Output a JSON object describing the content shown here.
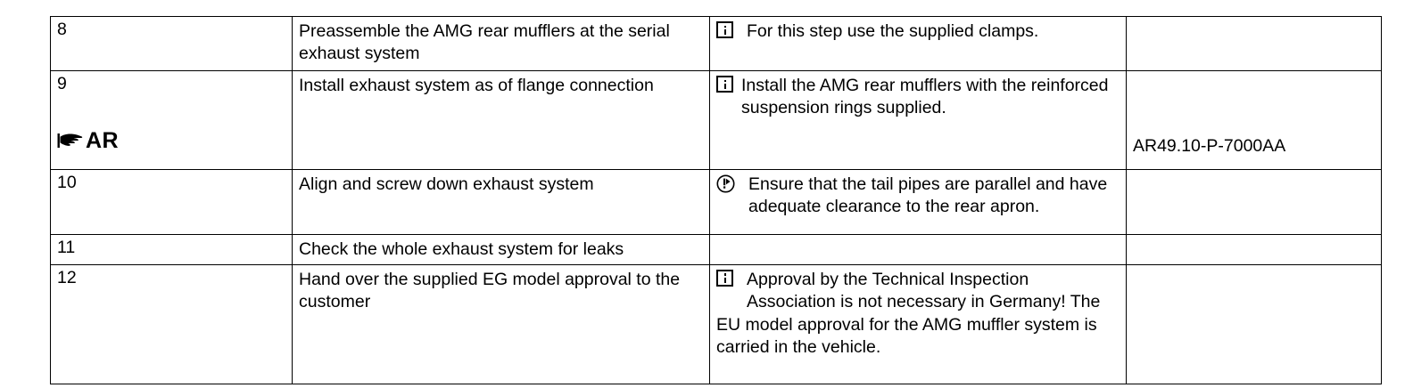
{
  "document": {
    "type": "workshop-procedure-table",
    "columns": [
      "step",
      "operation",
      "note",
      "reference"
    ]
  },
  "table": {
    "rows": [
      {
        "step": "8",
        "marker": null,
        "operation": "Preassemble the AMG rear mufflers at the serial exhaust system",
        "note_icon": "info-icon",
        "note": "For this step use the supplied clamps.",
        "reference": ""
      },
      {
        "step": "9",
        "marker": "AR",
        "marker_icon": "pointing-hand-icon",
        "operation": "Install exhaust system as of flange connection",
        "note_icon": "info-icon",
        "note": "Install the AMG rear mufflers with the reinforced suspension rings supplied.",
        "reference": "AR49.10-P-7000AA"
      },
      {
        "step": "10",
        "marker": null,
        "operation": "Align and screw down exhaust system",
        "note_icon": "attention-icon",
        "note": "Ensure that the tail pipes are parallel and have adequate clearance to the rear apron.",
        "reference": ""
      },
      {
        "step": "11",
        "marker": null,
        "operation": "Check the whole exhaust system for leaks",
        "note_icon": null,
        "note": "",
        "reference": ""
      },
      {
        "step": "12",
        "marker": null,
        "operation": "Hand over the supplied EG model approval to the customer",
        "note_icon": "info-icon",
        "note": "Approval by the Technical Inspection Association is not necessary in Germany! The EU model approval for the AMG muffler system is carried in the vehicle.",
        "reference": ""
      }
    ]
  },
  "colors": {
    "text": "#000000",
    "border": "#000000",
    "background": "#ffffff"
  }
}
